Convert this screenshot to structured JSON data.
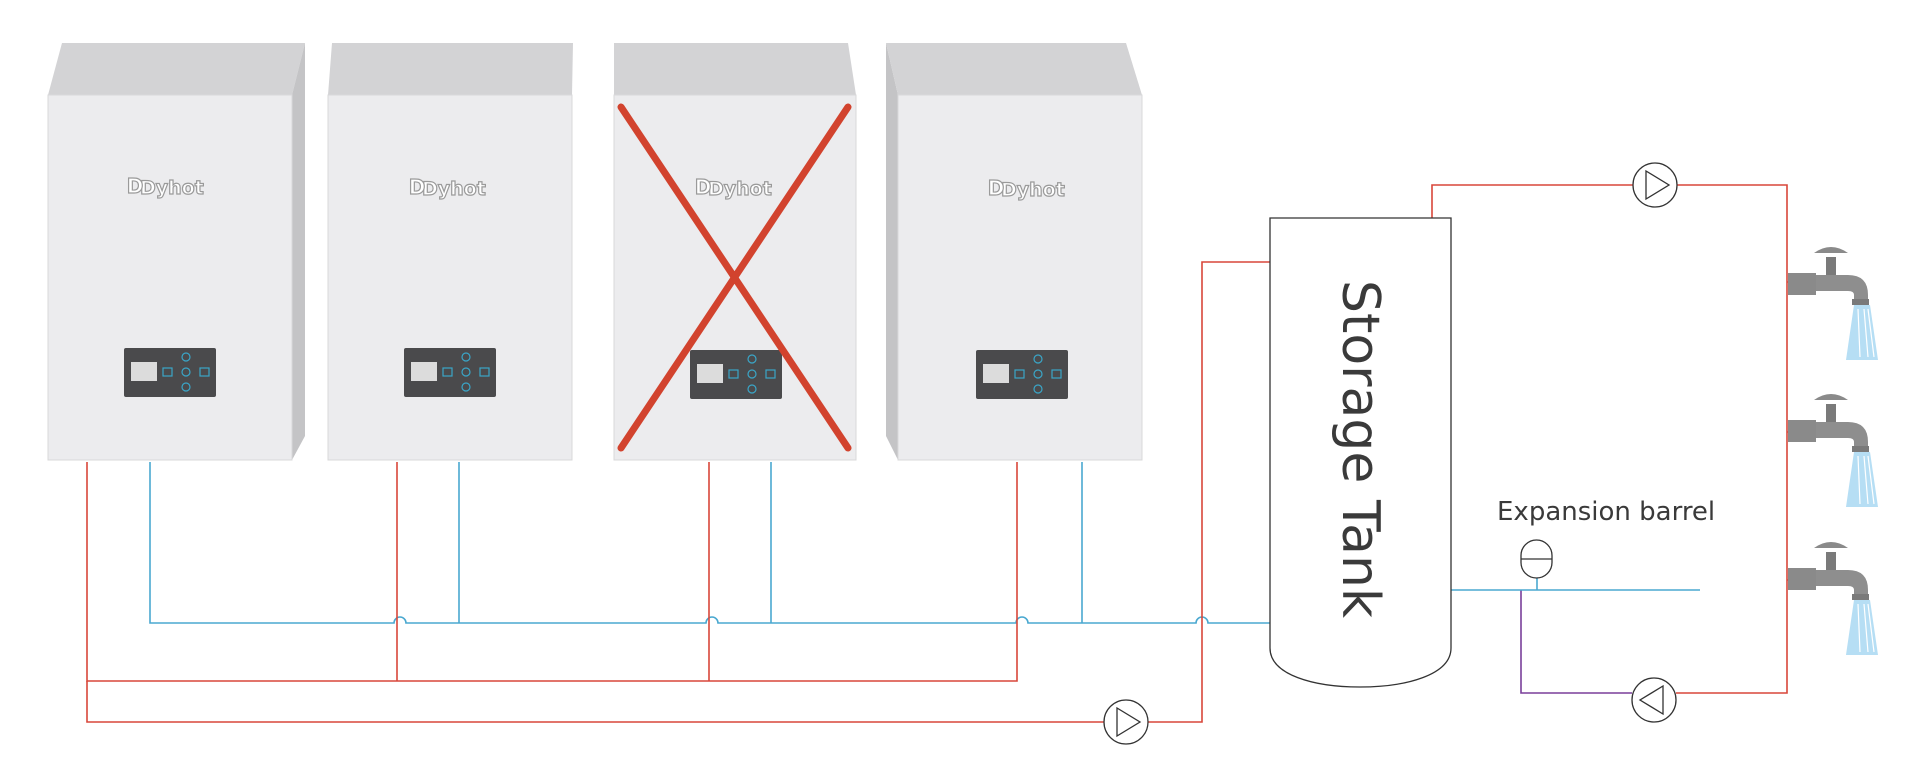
{
  "units": [
    {
      "brand": "Dyhot",
      "disabled": false
    },
    {
      "brand": "Dyhot",
      "disabled": false
    },
    {
      "brand": "Dyhot",
      "disabled": true
    },
    {
      "brand": "Dyhot",
      "disabled": false
    }
  ],
  "tank": {
    "label": "Storage Tank"
  },
  "expansion": {
    "label": "Expansion barrel"
  },
  "colors": {
    "hot_pipe": "#d9473a",
    "cold_pipe": "#4aa8d0",
    "return_pipe": "#7a3f9a",
    "cross_mark": "#d2432e",
    "unit_body": "#ececee",
    "unit_top": "#d3d3d5",
    "unit_side": "#c4c4c6",
    "panel": "#4a4a4c"
  },
  "icons": {
    "pump": "pump-icon",
    "faucet": "faucet-icon",
    "expansion": "expansion-tank-icon"
  }
}
